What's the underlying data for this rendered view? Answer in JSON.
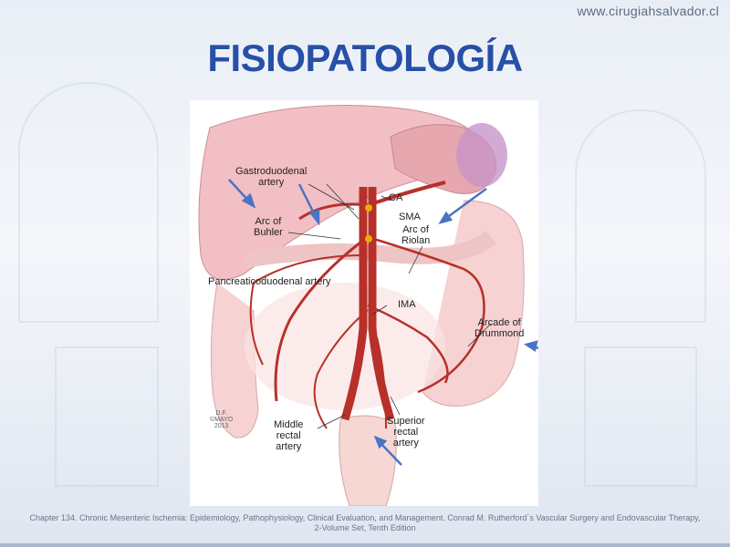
{
  "site_url": "www.cirugiahsalvador.cl",
  "title": "FISIOPATOLOGÍA",
  "figure": {
    "labels": {
      "gastroduodenal": "Gastroduodenal\nartery",
      "ca": "CA",
      "sma": "SMA",
      "arc_riolan": "Arc of\nRiolan",
      "arc_buhler": "Arc of\nBuhler",
      "pancreaticoduodenal": "Pancreaticoduodenal artery",
      "ima": "IMA",
      "arcade_drummond": "Arcade of\nDrummond",
      "middle_rectal": "Middle\nrectal\nartery",
      "superior_rectal": "Superior\nrectal\nartery"
    },
    "credit": "D.F.\n©MAYO\n2013"
  },
  "citation": "Chapter 134. Chronic Mesenteric Ischemia: Epidemiology, Pathophysiology, Clinical Evaluation, and Management. Conrad M. Rutherford´s Vascular Surgery and Endovascular Therapy, 2-Volume Set, Tenth Edition",
  "colors": {
    "title": "#2750a6",
    "arrow": "#4a74c4",
    "artery": "#b8302a",
    "organ": "#f0c4c4"
  }
}
